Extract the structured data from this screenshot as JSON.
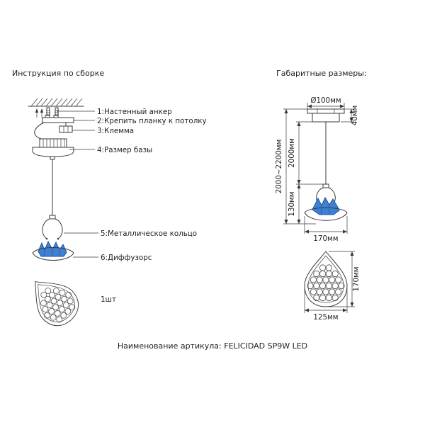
{
  "titles": {
    "assembly": "Инструкция по сборке",
    "dimensions": "Габаритные размеры:"
  },
  "assembly": {
    "labels": {
      "anchor": "1:Настенный анкер",
      "plank": "2:Крепить планку к потолку",
      "terminal": "3:Клемма",
      "base": "4:Размер базы",
      "ring": "5:Металлическое кольцо",
      "diffuser": "6:Диффузорс"
    },
    "quantity": "1шт"
  },
  "dimensions": {
    "top_diameter": "Ø100мм",
    "canopy_height": "40мм",
    "total_height": "2000~2200мм",
    "cable_length": "2000мм",
    "lamp_height": "130мм",
    "lamp_width": "170мм",
    "shade_height": "170мм",
    "shade_width": "125мм"
  },
  "footer": {
    "article": "Наименование артикула: FELICIDAD SP9W LED"
  },
  "colors": {
    "line": "#3a3a3a",
    "crystal_fill": "#3f80d2",
    "crystal_stroke": "#1d55a3",
    "background": "#ffffff"
  }
}
